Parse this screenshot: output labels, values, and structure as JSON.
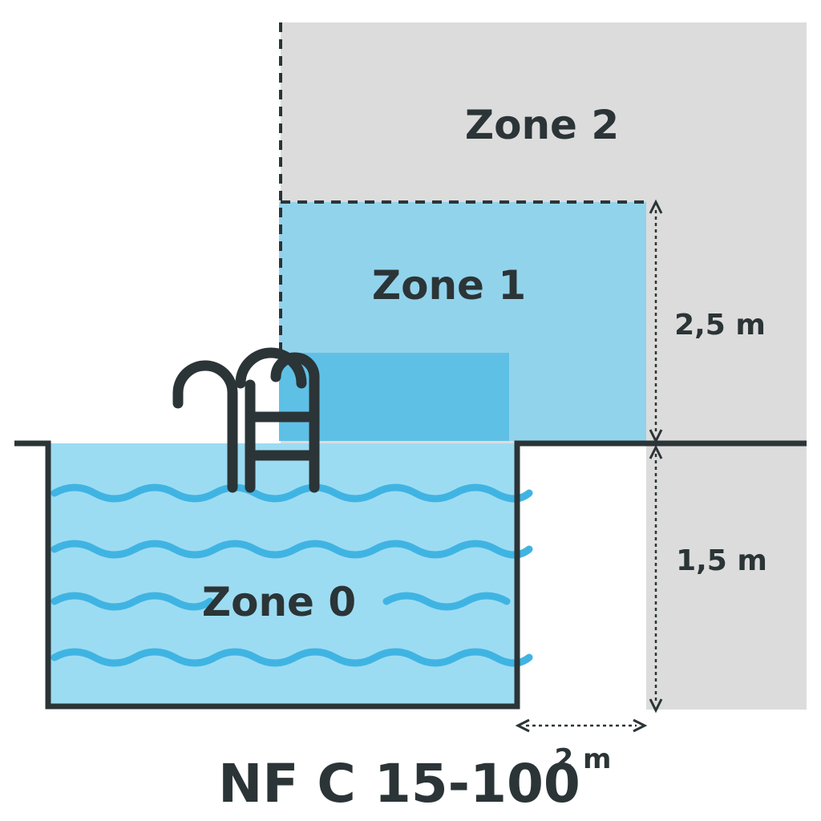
{
  "diagram": {
    "zones": {
      "zone2": {
        "label": "Zone 2"
      },
      "zone1": {
        "label": "Zone 1"
      },
      "zone0": {
        "label": "Zone 0"
      }
    },
    "dimensions": {
      "height_upper": "2,5 m",
      "height_lower": "1,5 m",
      "horizontal": "2 m"
    },
    "standard": "NF C 15-100",
    "colors": {
      "zone2_fill": "#dcdcdc",
      "zone1_fill": "#92d3ec",
      "zone1_dark": "#5fc0e6",
      "water": "#9cdcf2",
      "wave": "#3fb4e3",
      "outline": "#2b3436"
    }
  }
}
